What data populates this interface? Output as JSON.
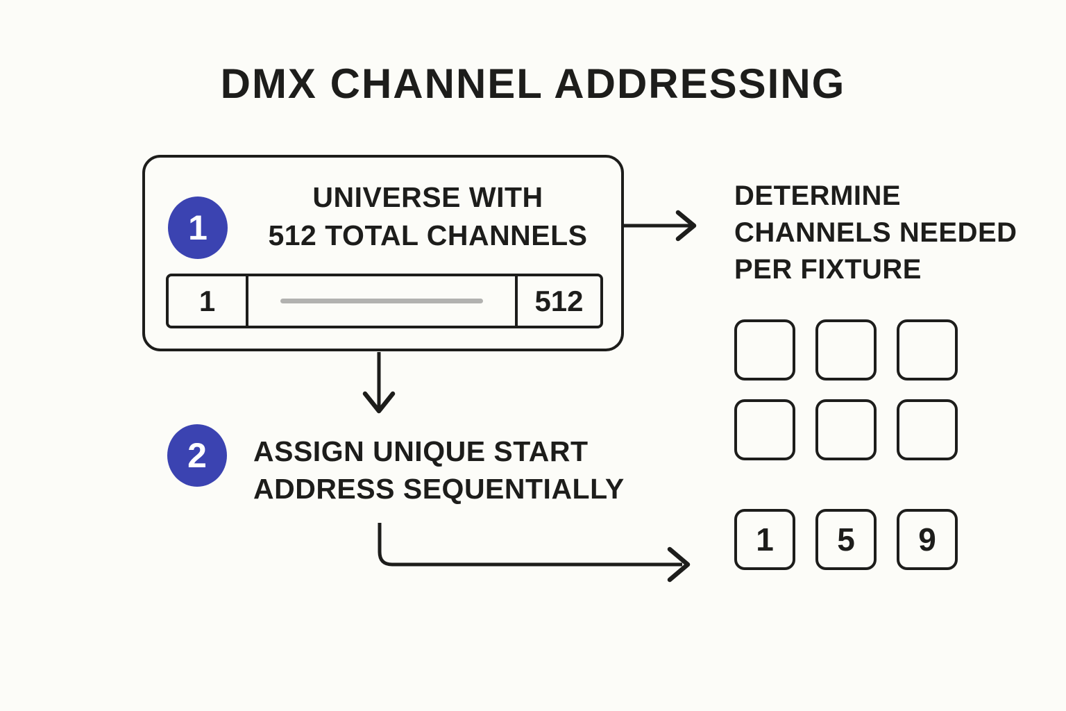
{
  "title": "DMX CHANNEL ADDRESSING",
  "colors": {
    "background": "#fcfcf8",
    "ink": "#1d1d1b",
    "accent": "#3b43b1",
    "track": "#b2b2b0"
  },
  "step1": {
    "number": "1",
    "label_line1": "UNIVERSE WITH",
    "label_line2": "512 TOTAL CHANNELS",
    "bar": {
      "start": "1",
      "end": "512"
    }
  },
  "fixture_note": {
    "line1": "DETERMINE",
    "line2": "CHANNELS NEEDED",
    "line3": "PER FIXTURE"
  },
  "fixture_grid": {
    "rows": 2,
    "cols": 3
  },
  "step2": {
    "number": "2",
    "label_line1": "ASSIGN UNIQUE START",
    "label_line2": "ADDRESS SEQUENTIALLY"
  },
  "start_addresses": [
    "1",
    "5",
    "9"
  ]
}
